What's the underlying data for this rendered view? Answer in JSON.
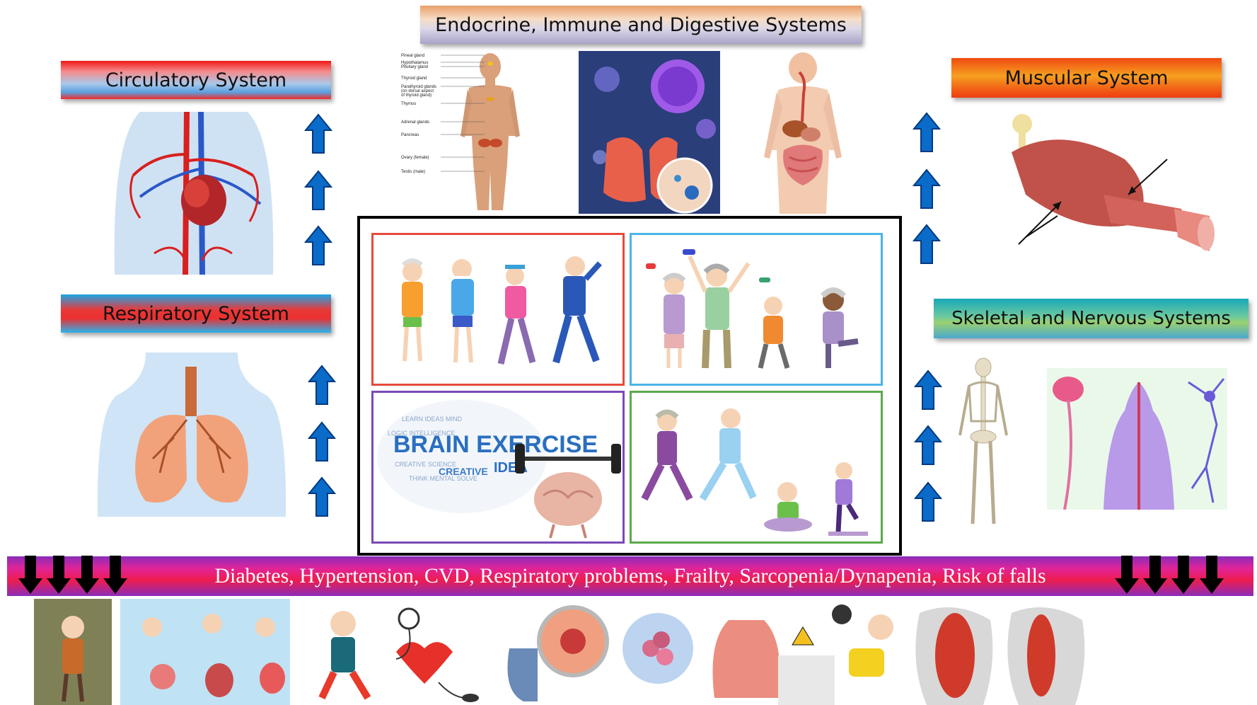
{
  "banners": {
    "endocrine": "Endocrine, Immune and Digestive Systems",
    "circulatory": "Circulatory System",
    "respiratory": "Respiratory System",
    "muscular": "Muscular System",
    "skeletal": "Skeletal and Nervous Systems"
  },
  "endocrine_labels": [
    "Pineal gland",
    "Hypothalamus",
    "Pituitary gland",
    "Thyroid gland",
    "Parathyroid glands",
    "(on dorsal aspect",
    "of thyroid gland)",
    "Thymus",
    "Adrenal glands",
    "Pancreas",
    "Ovary (female)",
    "Testis (male)"
  ],
  "brain_exercise": {
    "title": "BRAIN EXERCISE",
    "idea": "IDEA",
    "creative": "CREATIVE"
  },
  "bottom_band": {
    "text": "Diabetes, Hypertension, CVD, Respiratory problems, Frailty, Sarcopenia/Dynapenia, Risk of falls"
  },
  "colors": {
    "arrow_up": "#0a6bc8",
    "arrow_down": "#000000",
    "frame": "#000000"
  }
}
